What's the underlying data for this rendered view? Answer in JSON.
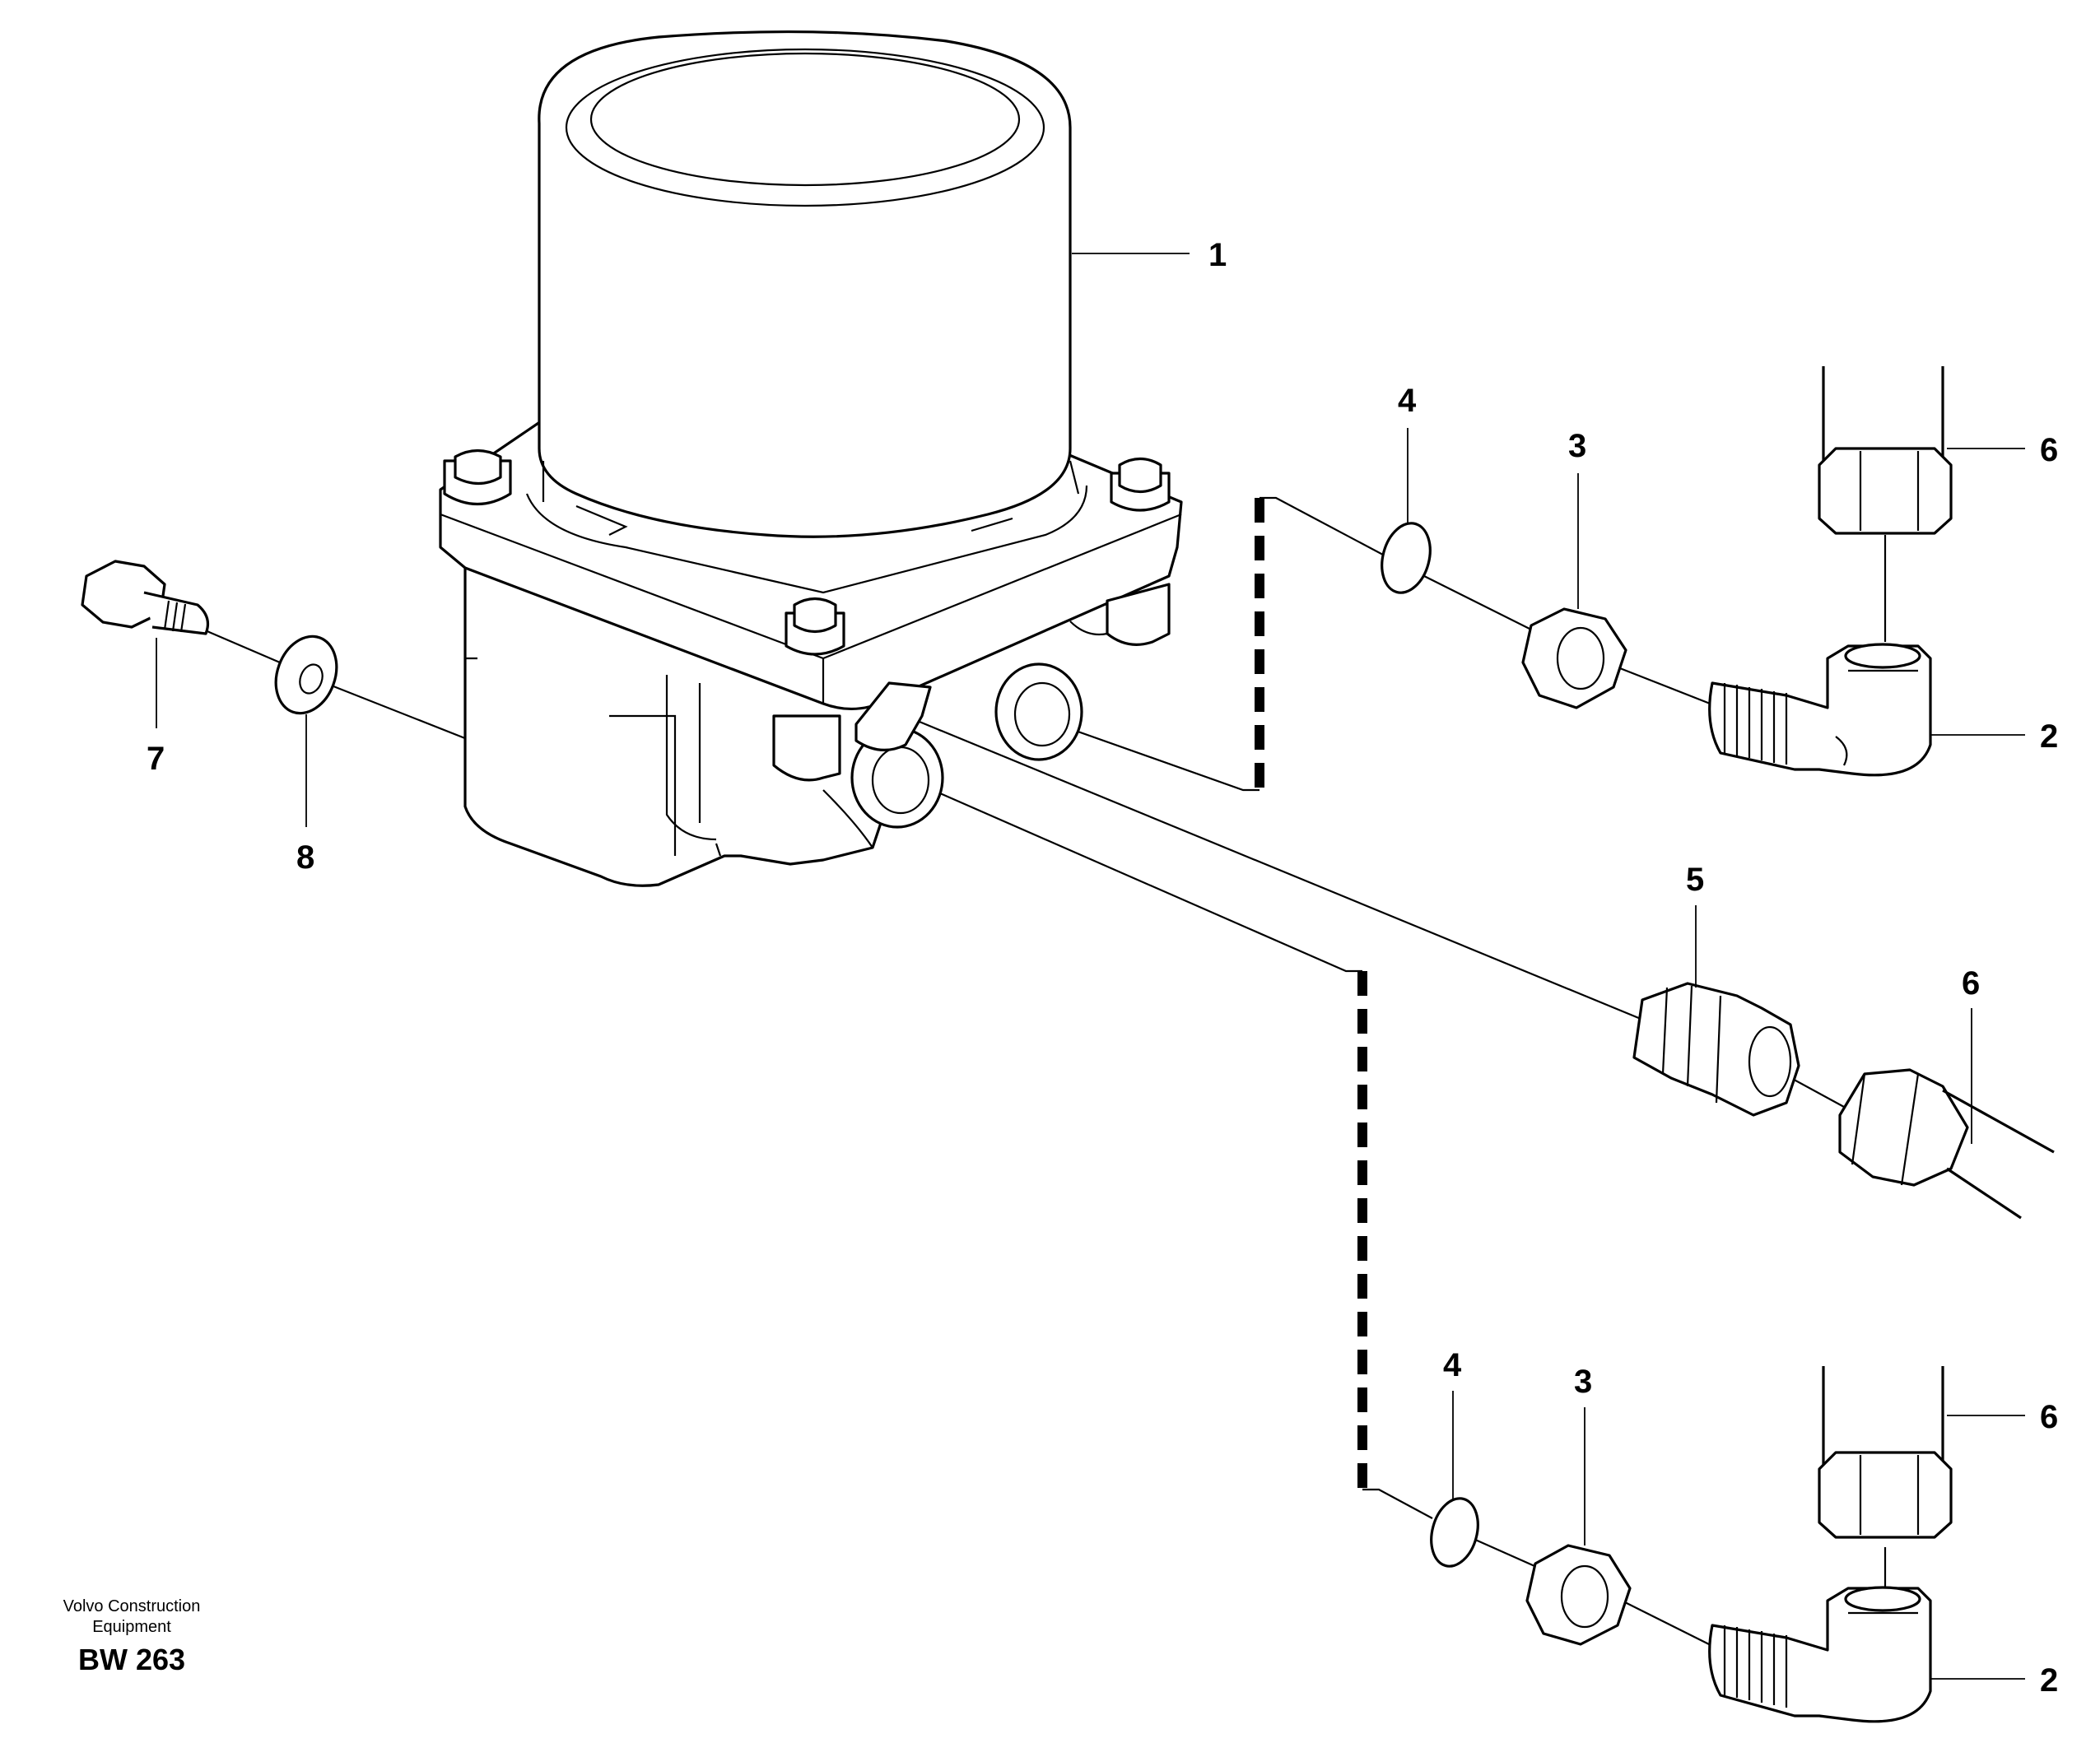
{
  "callouts": [
    {
      "label": "1"
    },
    {
      "label": "2"
    },
    {
      "label": "2"
    },
    {
      "label": "3"
    },
    {
      "label": "3"
    },
    {
      "label": "4"
    },
    {
      "label": "4"
    },
    {
      "label": "5"
    },
    {
      "label": "6"
    },
    {
      "label": "6"
    },
    {
      "label": "6"
    },
    {
      "label": "7"
    },
    {
      "label": "8"
    }
  ],
  "credit": {
    "org_line1": "Volvo Construction",
    "org_line2": "Equipment",
    "code": "BW 263"
  }
}
